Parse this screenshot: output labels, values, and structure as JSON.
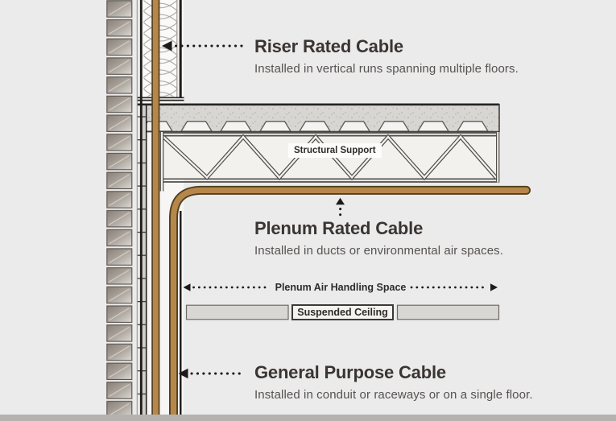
{
  "diagram": {
    "title_context": "Cable ratings building section diagram",
    "labels": {
      "riser": {
        "title": "Riser Rated Cable",
        "desc": "Installed in vertical runs spanning multiple floors."
      },
      "plenum": {
        "title": "Plenum Rated Cable",
        "desc": "Installed in ducts or environmental air spaces."
      },
      "general": {
        "title": "General Purpose Cable",
        "desc": "Installed in conduit or raceways or on a single floor."
      },
      "structural_support": "Structural Support",
      "plenum_air_space": "Plenum Air Handling Space",
      "suspended_ceiling": "Suspended Ceiling"
    },
    "colors": {
      "background": "#ebebeb",
      "cable_brown": "#b6874b",
      "cable_outline": "#523f1f",
      "ink": "#1d1a17",
      "heading_text": "#3a3532",
      "subtitle_text": "#565250",
      "concrete": "#d8d6d3",
      "ceiling_tile": "#d9d7d4"
    }
  }
}
